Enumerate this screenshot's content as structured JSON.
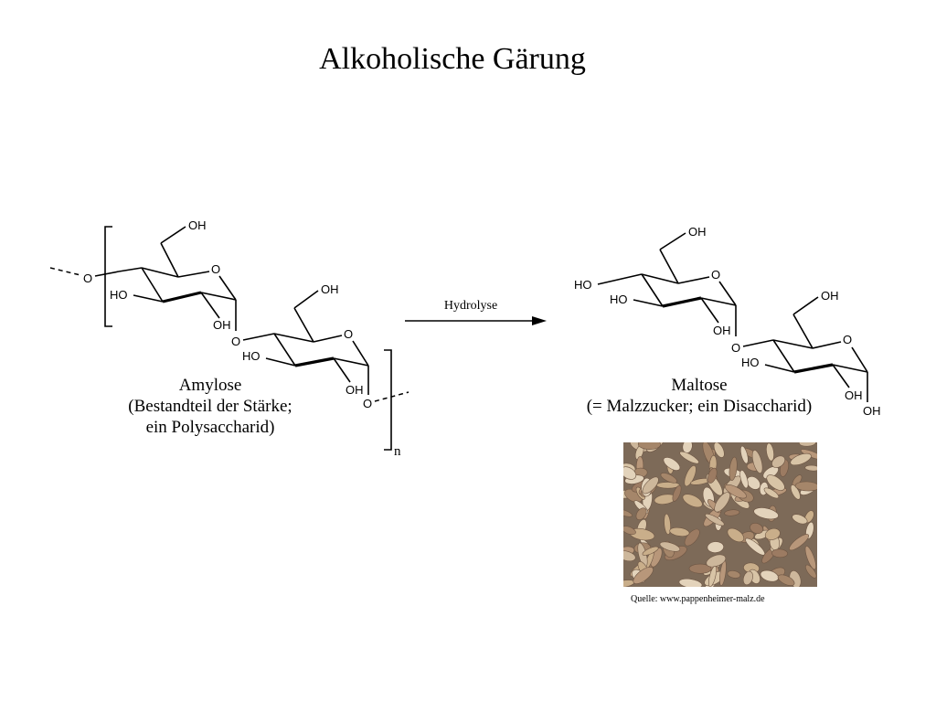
{
  "title": "Alkoholische Gärung",
  "reaction": {
    "arrow_label": "Hydrolyse",
    "repeat_index": "n"
  },
  "amylose": {
    "name": "Amylose",
    "desc_line1": "(Bestandteil der Stärke;",
    "desc_line2": "ein Polysaccharid)"
  },
  "maltose": {
    "name": "Maltose",
    "desc_line1": "(= Malzzucker; ein Disaccharid)"
  },
  "atoms": {
    "oh": "OH",
    "ho": "HO",
    "o": "O"
  },
  "photo": {
    "caption": "Quelle: www.pappenheimer-malz.de"
  }
}
